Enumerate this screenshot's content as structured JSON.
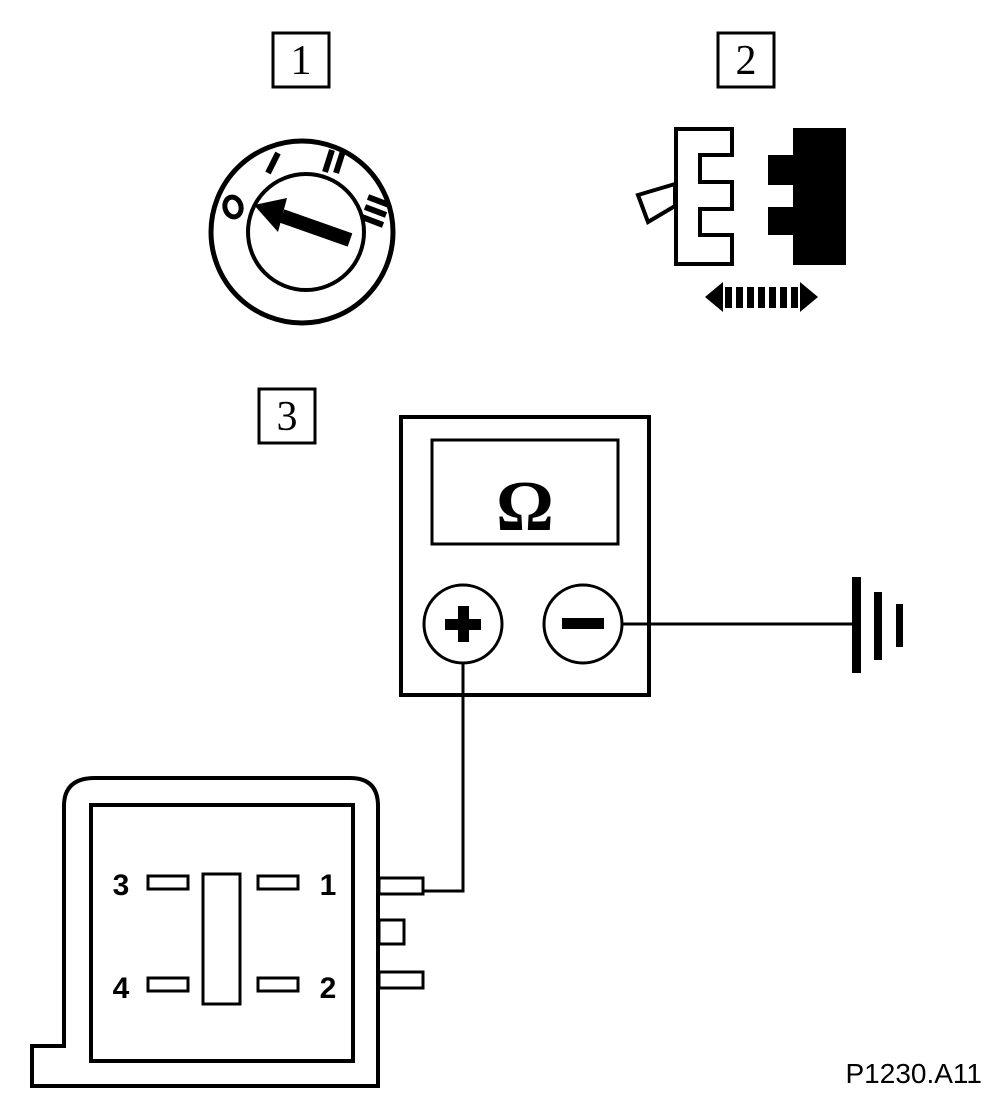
{
  "steps": {
    "step1": "1",
    "step2": "2",
    "step3": "3"
  },
  "ignition_switch": {
    "positions": [
      "O",
      "I",
      "II",
      "III"
    ]
  },
  "ohmmeter": {
    "unit_symbol": "Ω",
    "positive_terminal": "+",
    "negative_terminal": "−"
  },
  "connector": {
    "pins": [
      "1",
      "2",
      "3",
      "4"
    ]
  },
  "reference_code": "P1230.A11",
  "colors": {
    "ink": "#000000",
    "paper": "#ffffff"
  }
}
